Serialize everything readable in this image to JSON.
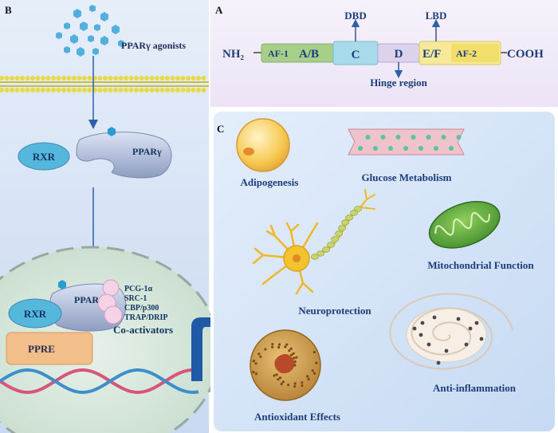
{
  "panels": {
    "a": "A",
    "b": "B",
    "c": "C"
  },
  "panel_b": {
    "agonists_label": "PPARγ agonists",
    "rxr_label": "RXR",
    "ppar_label": "PPARγ",
    "complex_rxr_label": "RXR",
    "complex_ppar_label": "PPARγ",
    "ppre_label": "PPRE",
    "coactivator_list": [
      "PCG-1α",
      "SRC-1",
      "CBP/p300",
      "TRAP/DRIP"
    ],
    "coactivators_label": "Co-activators"
  },
  "panel_a": {
    "nh2_label": "NH₂",
    "cooh_label": "COOH",
    "af1_label": "AF-1",
    "ab_label": "A/B",
    "c_label": "C",
    "d_label": "D",
    "ef_label": "E/F",
    "af2_label": "AF-2",
    "dbd_label": "DBD",
    "lbd_label": "LBD",
    "hinge_label": "Hinge region"
  },
  "panel_c": {
    "effects": [
      "Adipogenesis",
      "Glucose Metabolism",
      "Mitochondrial Function",
      "Neuroprotection",
      "Anti-inflammation",
      "Antioxidant Effects"
    ]
  }
}
